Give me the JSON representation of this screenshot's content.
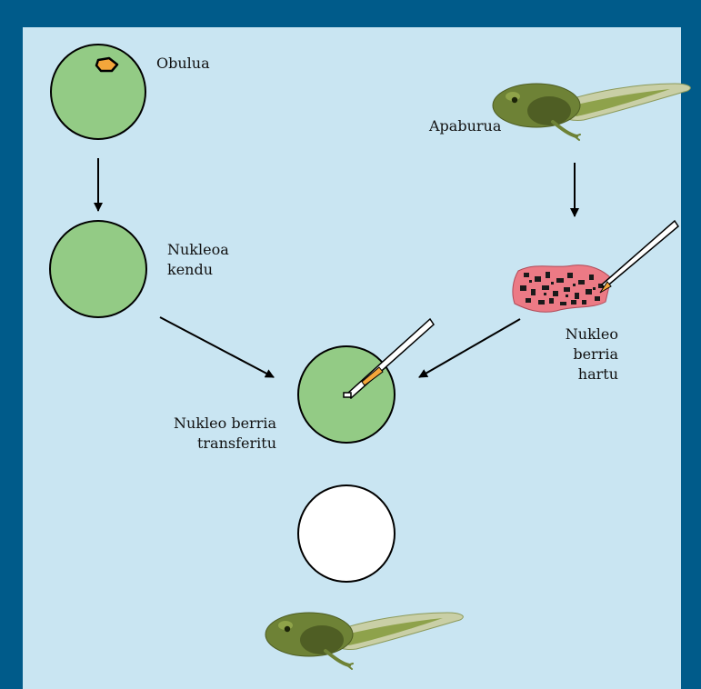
{
  "labels": {
    "obulua": "Obulua",
    "apaburua": "Apaburua",
    "nukleoa_kendu": [
      "Nukleoa",
      "kendu"
    ],
    "nukleo_berria_hartu": [
      "Nukleo",
      "berria",
      "hartu"
    ],
    "nukleo_berria_transferitu": [
      "Nukleo berria",
      "transferitu"
    ]
  },
  "colors": {
    "frame": "#005b8a",
    "background": "#c9e5f2",
    "cell_fill": "#93cb85",
    "nucleus": "#f4a63b",
    "result_cell": "#ffffff",
    "tissue": "#ec7a85",
    "tadpole_body": "#6e8236",
    "tadpole_tail": "#c9cfa6"
  },
  "icons": {
    "egg_cell": "egg-cell-icon",
    "tadpole": "tadpole-icon",
    "tissue": "tissue-sample-icon",
    "pipette": "micropipette-icon"
  }
}
